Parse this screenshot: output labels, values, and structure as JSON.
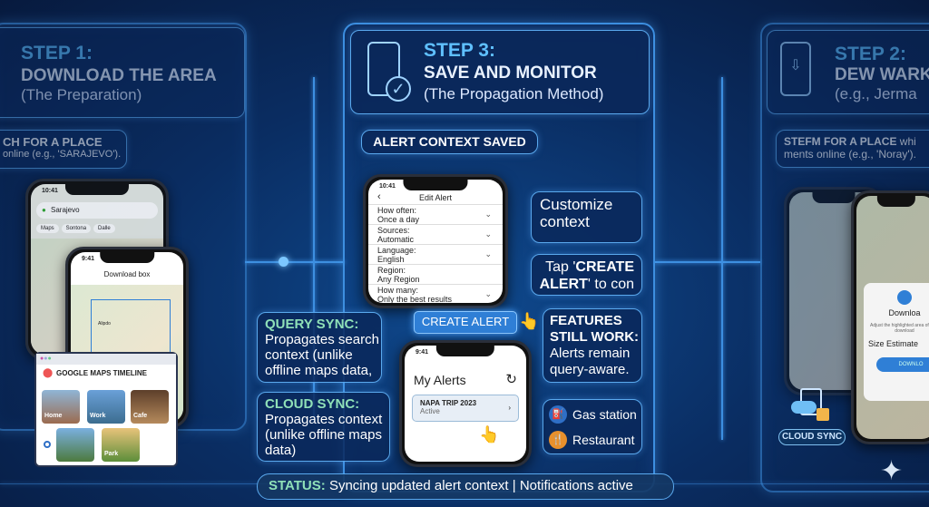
{
  "step1": {
    "title": "STEP 1:",
    "heading": "DOWNLOAD THE AREA",
    "subtitle": "(The Preparation)",
    "callout_line1": "CH FOR A PLACE",
    "callout_line2": "online (e.g., 'SARAJEVO').",
    "phone1": {
      "time": "10:41",
      "search": "Sarajevo",
      "chips": [
        "Maps",
        "Sontona",
        "Dalle"
      ]
    },
    "phone2": {
      "time": "9:41",
      "title": "Download box",
      "map_label": "Alipdo"
    },
    "timeline": {
      "title": "GOOGLE MAPS TIMELINE",
      "places": [
        "Home",
        "Work",
        "Cafe",
        "",
        "Park"
      ]
    }
  },
  "step3": {
    "title": "STEP 3:",
    "heading": "SAVE AND MONITOR",
    "subtitle": "(The Propagation Method)",
    "saved_badge": "ALERT CONTEXT SAVED",
    "edit_phone": {
      "time": "10:41",
      "title": "Edit Alert",
      "fields": [
        {
          "label": "How often:",
          "value": "Once a day"
        },
        {
          "label": "Sources:",
          "value": "Automatic"
        },
        {
          "label": "Language:",
          "value": "English"
        },
        {
          "label": "Region:",
          "value": "Any Region"
        },
        {
          "label": "How many:",
          "value": "Only the best results"
        }
      ]
    },
    "create_button": "CREATE ALERT",
    "customize": "Customize context",
    "tap_pre": "Tap '",
    "tap_bold": "CREATE ALERT",
    "tap_post": "' to con",
    "features_title": "FEATURES STILL WORK:",
    "features_text": "Alerts remain query-aware.",
    "query_title": "QUERY SYNC:",
    "query_text": "Propagates search context (unlike offline maps data,",
    "cloud_title": "CLOUD SYNC:",
    "cloud_text": "Propagates context (unlike offline maps data)",
    "alerts_phone": {
      "time": "9:41",
      "title": "My Alerts",
      "alert_name": "NAPA TRIP 2023",
      "alert_status": "Active"
    },
    "places": [
      "Gas station",
      "Restaurant"
    ]
  },
  "step2": {
    "title": "STEP 2:",
    "heading": "DEW WARK",
    "subtitle": "(e.g., Jerma",
    "callout_line1_bold": "STEFM FOR A PLACE",
    "callout_line1_rest": " whi",
    "callout_line2": "ments online (e.g., 'Noray').",
    "dialog_title": "Downloa",
    "dialog_text": "Adjust the highlighted area of your download",
    "size_label": "Size Estimate",
    "download_btn": "DOWNLO",
    "cloud_badge": "CLOUD SYNC"
  },
  "status": {
    "label": "STATUS:",
    "text": "Syncing updated alert context | Notifications active"
  },
  "colors": {
    "accent": "#5fc0ff",
    "green": "#8fe0b8",
    "button": "#2f7fd6"
  }
}
